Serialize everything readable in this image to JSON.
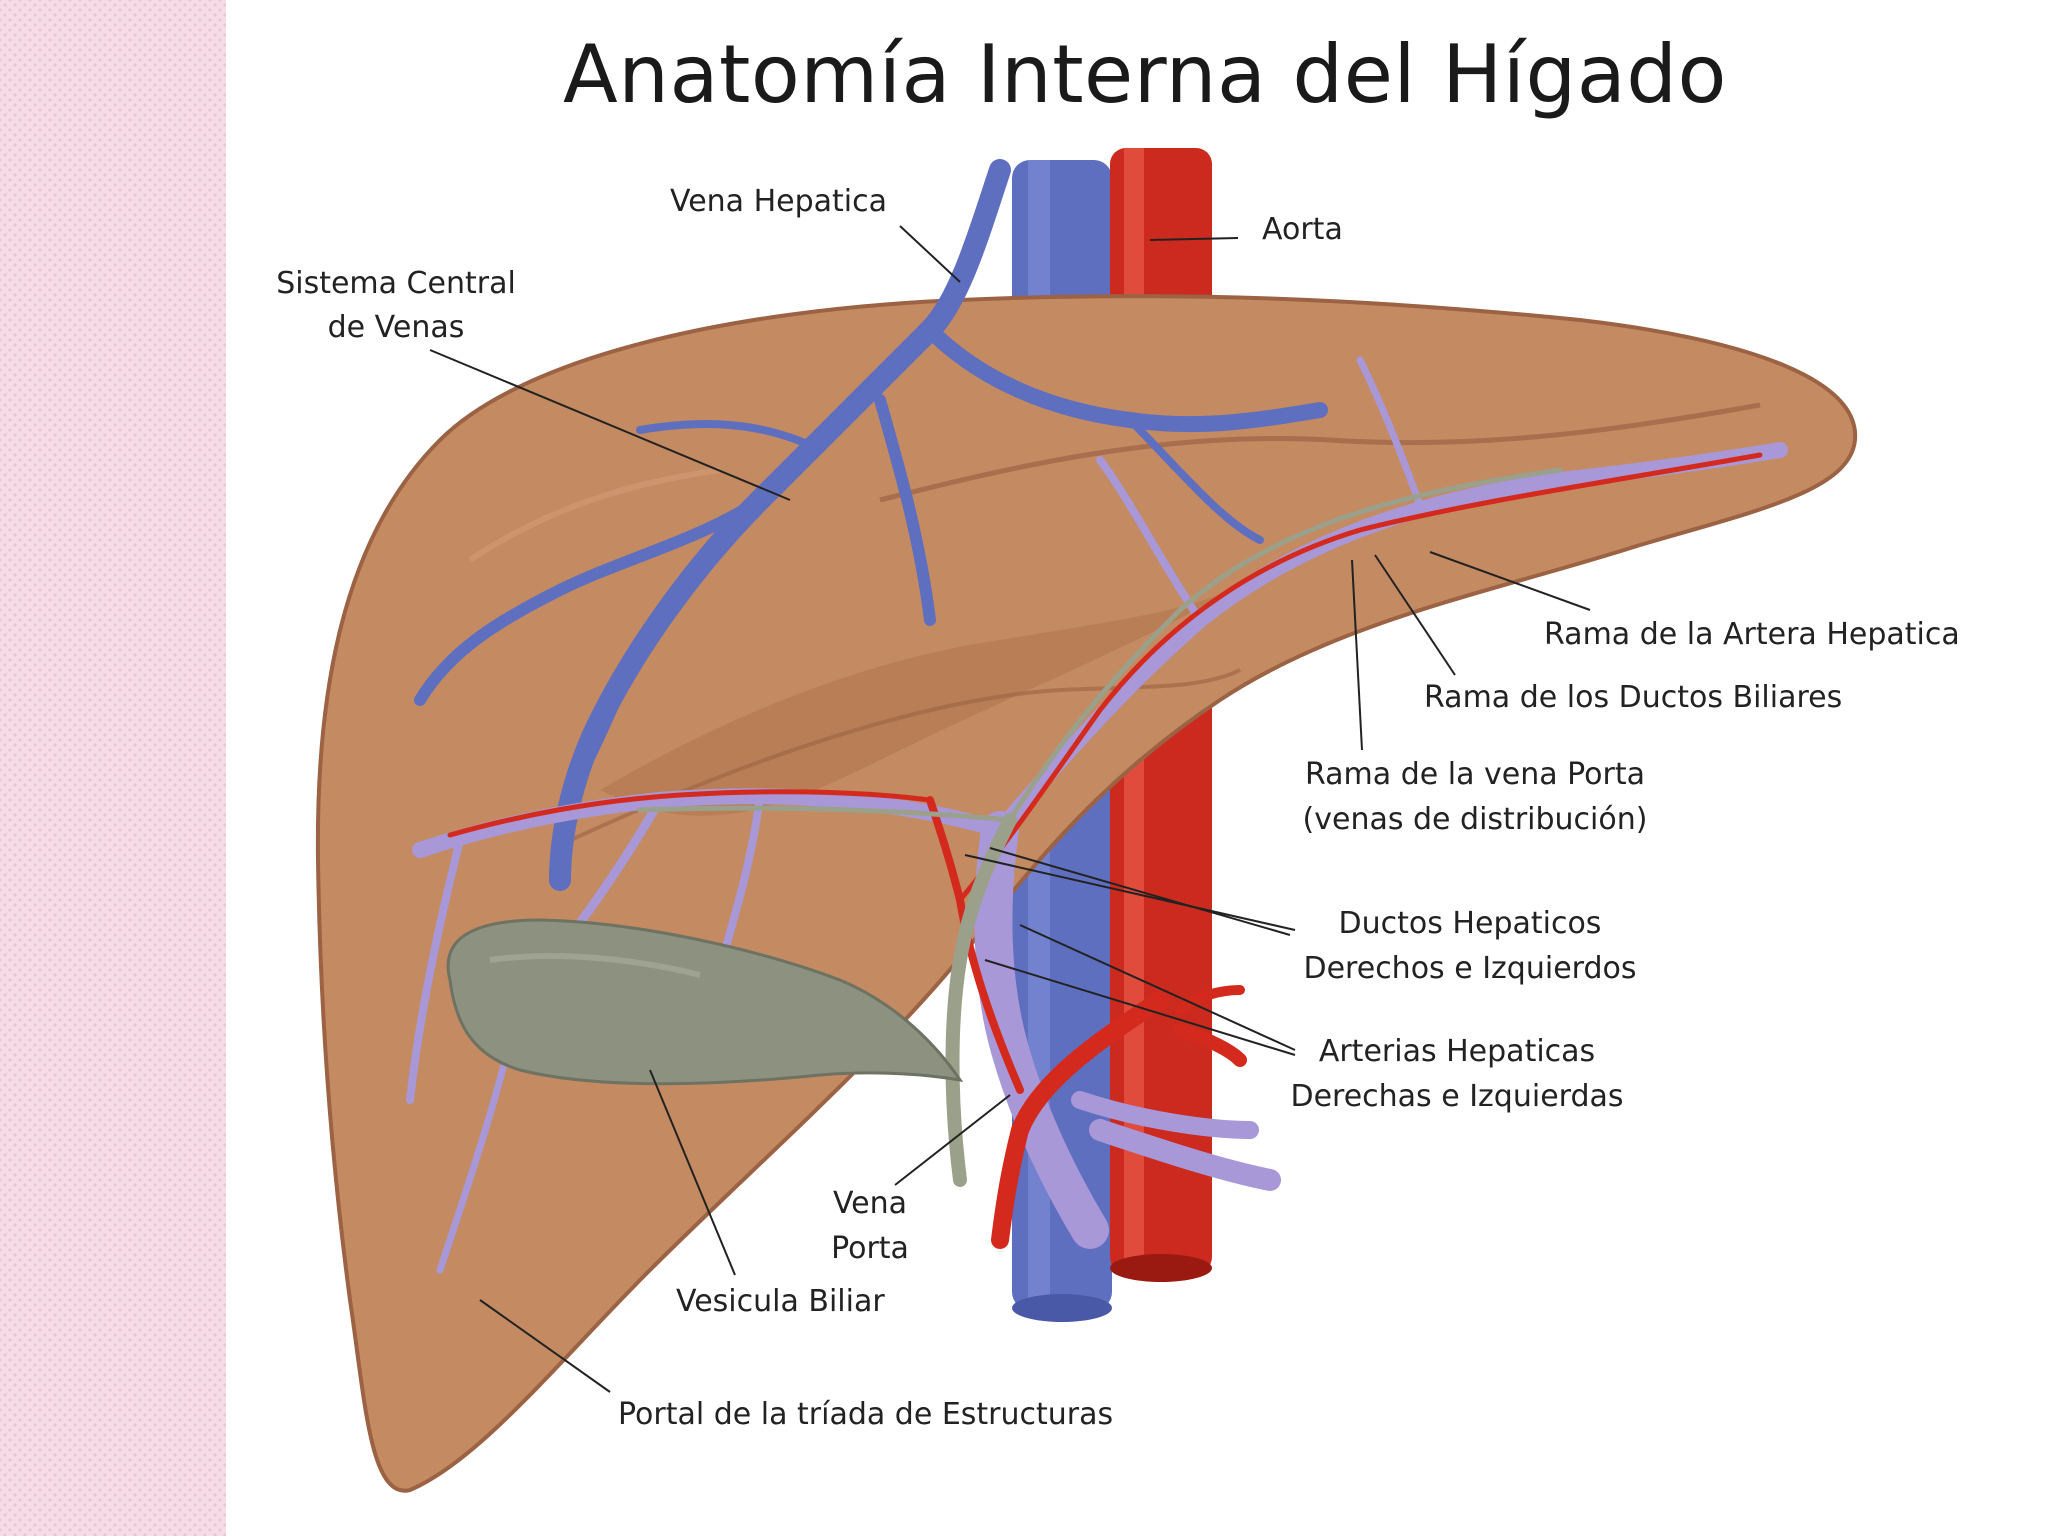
{
  "title": "Anatomía Interna del Hígado",
  "labels": {
    "vena_hepatica": "Vena Hepatica",
    "aorta": "Aorta",
    "sistema_central_1": "Sistema Central",
    "sistema_central_2": "de Venas",
    "rama_arteria": "Rama de la Artera Hepatica",
    "rama_ductos": "Rama de los Ductos Biliares",
    "rama_vena_1": "Rama de la vena Porta",
    "rama_vena_2": "(venas de distribución)",
    "ductos_1": "Ductos Hepaticos",
    "ductos_2": "Derechos e Izquierdos",
    "arterias_1": "Arterias Hepaticas",
    "arterias_2": "Derechas e Izquierdas",
    "vena_porta_1": "Vena",
    "vena_porta_2": "Porta",
    "vesicula": "Vesicula Biliar",
    "portal": "Portal de la tríada de Estructuras"
  },
  "colors": {
    "liver": "#c48a62",
    "liver_dark": "#9c6244",
    "vein_blue": "#5f6fc0",
    "portal_lilac": "#a898d8",
    "artery_red": "#d42a1e",
    "gallbladder": "#8d9280",
    "duct_green": "#9aa08a",
    "side_strip": "#f5dce6"
  }
}
